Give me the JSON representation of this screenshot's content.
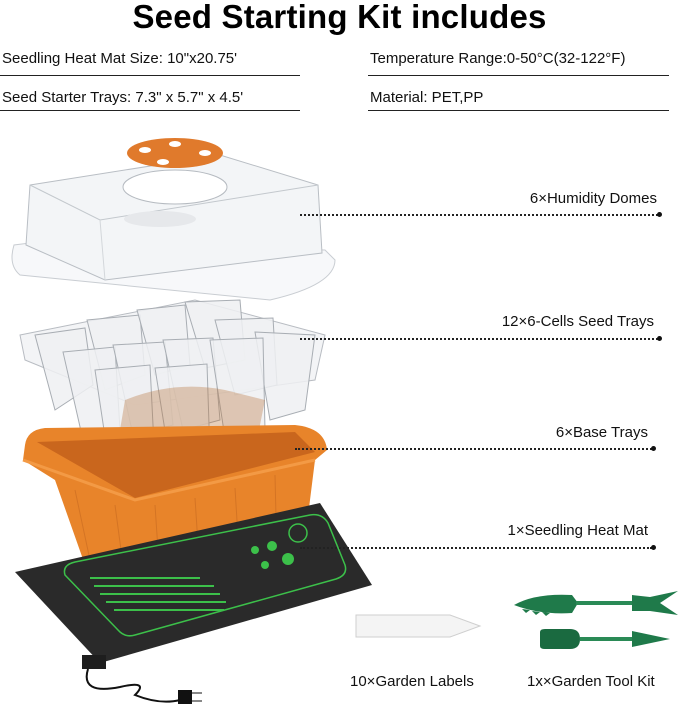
{
  "title": "Seed Starting Kit includes",
  "specs": {
    "left": [
      {
        "label": "Seedling Heat Mat Size: 10\"x20.75'"
      },
      {
        "label": "Seed Starter Trays: 7.3\" x 5.7\" x 4.5'"
      }
    ],
    "right": [
      {
        "label": "Temperature Range:0-50°C(32-122°F)"
      },
      {
        "label": "Material: PET,PP"
      }
    ]
  },
  "callouts": [
    {
      "label": "6×Humidity Domes"
    },
    {
      "label": "12×6-Cells Seed Trays"
    },
    {
      "label": "6×Base Trays"
    },
    {
      "label": "1×Seedling Heat Mat"
    }
  ],
  "accessories": [
    {
      "label": "10×Garden Labels"
    },
    {
      "label": "1x×Garden Tool Kit"
    }
  ],
  "colors": {
    "base_tray_orange": "#e8842a",
    "vent_disc_orange": "#e07a2c",
    "heat_mat_black": "#2a2a2a",
    "heat_mat_green": "#3cc04a",
    "tool_green": "#1f7a4a",
    "dome_clear": "#f4f6f8"
  },
  "illustrations": [
    {
      "name": "humidity-dome"
    },
    {
      "name": "seed-cell-tray"
    },
    {
      "name": "base-tray"
    },
    {
      "name": "heat-mat"
    },
    {
      "name": "garden-label"
    },
    {
      "name": "garden-tools"
    }
  ]
}
